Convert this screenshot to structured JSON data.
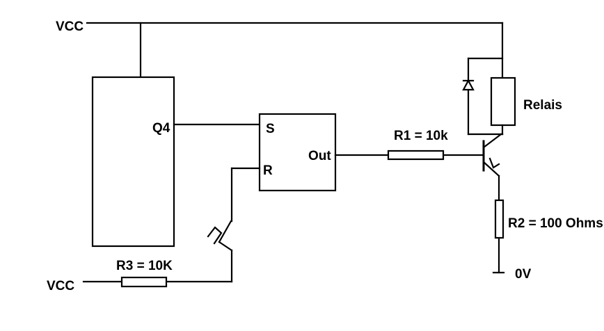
{
  "labels": {
    "vcc_top": "VCC",
    "vcc_bottom": "VCC",
    "q4": "Q4",
    "set": "S",
    "reset": "R",
    "out": "Out",
    "r1": "R1 = 10k",
    "r2": "R2 = 100 Ohms",
    "r3": "R3 = 10K",
    "relay": "Relais",
    "ground": "0V"
  }
}
